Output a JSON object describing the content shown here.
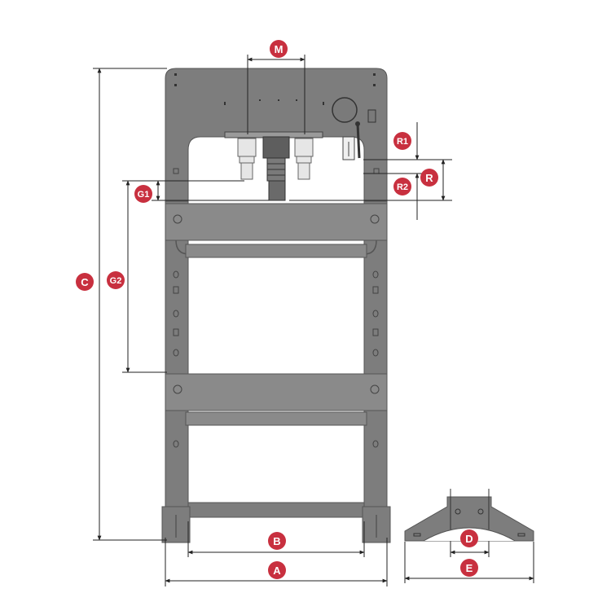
{
  "diagram": {
    "badge_color": "#c8303f",
    "frame_fill": "#7d7d7d",
    "labels": {
      "M": "M",
      "R1": "R1",
      "R": "R",
      "R2": "R2",
      "G1": "G1",
      "G2": "G2",
      "C": "C",
      "B": "B",
      "A": "A",
      "D": "D",
      "E": "E"
    }
  }
}
